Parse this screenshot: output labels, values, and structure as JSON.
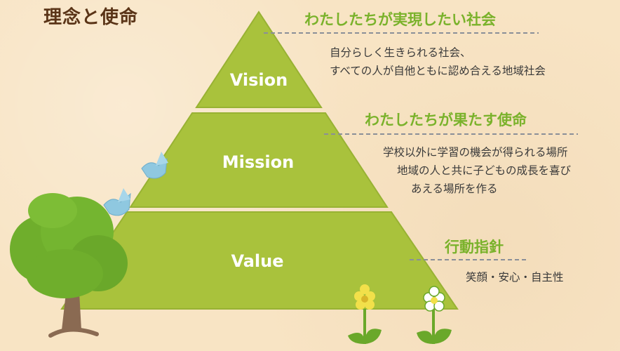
{
  "page_title": "理念と使命",
  "tiers": [
    {
      "label": "Vision",
      "heading": "わたしたちが実現したい社会",
      "lines": [
        "自分らしく生きられる社会、",
        "すべての人が自他ともに認め合える地域社会"
      ]
    },
    {
      "label": "Mission",
      "heading": "わたしたちが果たす使命",
      "lines": [
        "学校以外に学習の機会が得られる場所",
        "地域の人と共に子どもの成長を喜び",
        "あえる場所を作る"
      ]
    },
    {
      "label": "Value",
      "heading": "行動指針",
      "lines": [
        "笑顔・安心・自主性"
      ]
    }
  ],
  "colors": {
    "background": "#f8e4c4",
    "pyramid_green": "#a9c23c",
    "heading_green": "#7ab22b",
    "title_brown": "#5a3417",
    "bird_blue": "#8fc8e0",
    "tree_green": "#6fae2c",
    "trunk_brown": "#8a6a52",
    "flower_yellow": "#f2e04a"
  }
}
